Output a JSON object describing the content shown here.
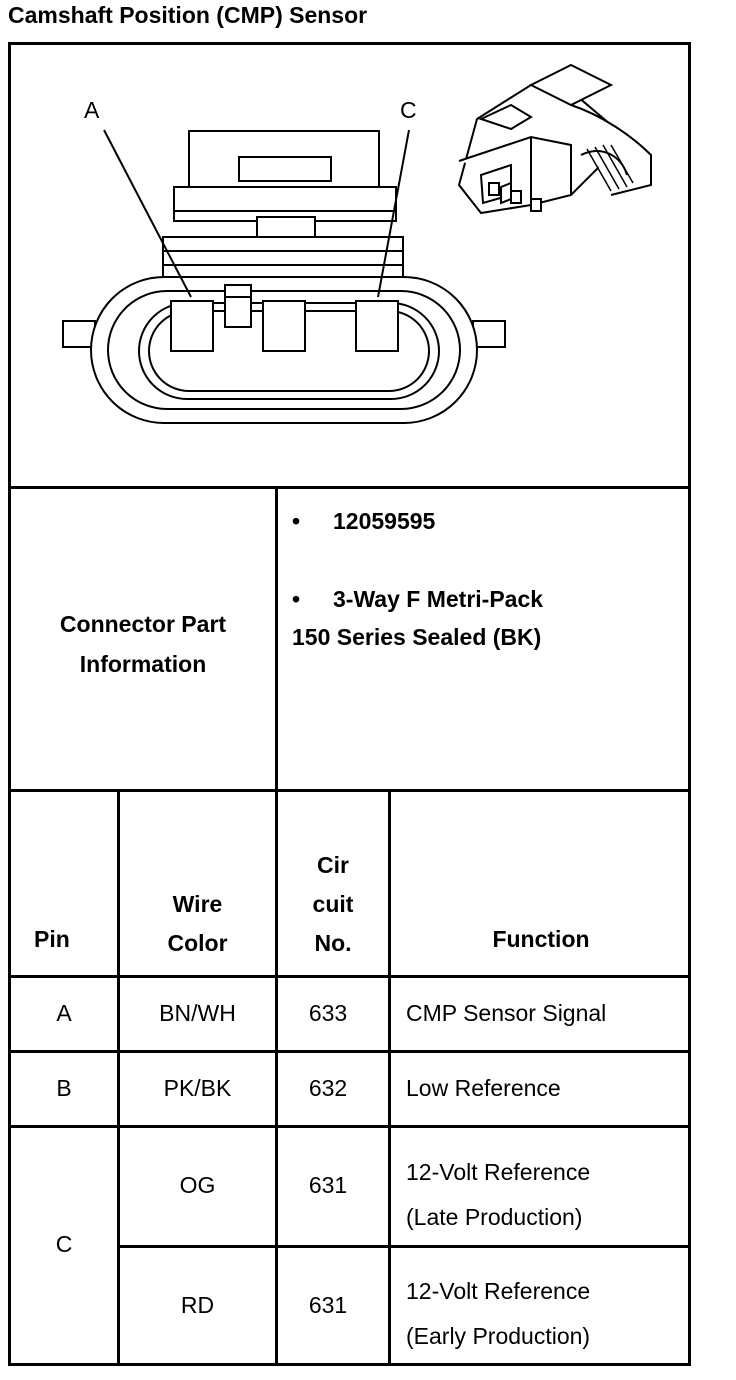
{
  "title": "Camshaft Position (CMP) Sensor",
  "diagram": {
    "label_a": "A",
    "label_c": "C"
  },
  "connector": {
    "heading_line1": "Connector Part",
    "heading_line2": "Information",
    "bullet": "•",
    "part_number": "12059595",
    "desc_line1": "3-Way F Metri-Pack",
    "desc_line2": "150 Series Sealed (BK)"
  },
  "table": {
    "headers": {
      "pin": "Pin",
      "wire_line1": "Wire",
      "wire_line2": "Color",
      "circuit_line1": "Cir",
      "circuit_line2": "cuit",
      "circuit_line3": "No.",
      "function": "Function"
    },
    "rows": [
      {
        "pin": "A",
        "wire": "BN/WH",
        "circuit": "633",
        "function_line1": "CMP Sensor Signal",
        "function_line2": ""
      },
      {
        "pin": "B",
        "wire": "PK/BK",
        "circuit": "632",
        "function_line1": "Low Reference",
        "function_line2": ""
      },
      {
        "pin": "C",
        "wire": "OG",
        "circuit": "631",
        "function_line1": "12-Volt Reference",
        "function_line2": "(Late Production)"
      },
      {
        "pin": "",
        "wire": "RD",
        "circuit": "631",
        "function_line1": "12-Volt Reference",
        "function_line2": "(Early Production)"
      }
    ]
  }
}
